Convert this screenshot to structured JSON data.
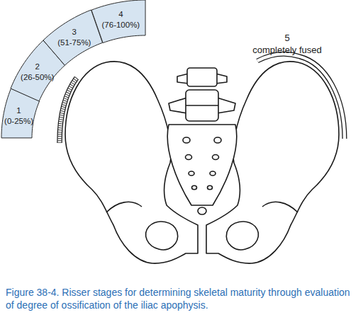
{
  "diagram": {
    "caption": "Figure 38-4. Risser stages for determining skeletal maturity through evaluation of degree of ossification of the iliac apophysis.",
    "nodes": [
      {
        "text": [
          "1",
          "(0-25%)"
        ]
      },
      {
        "text": [
          "2",
          "(26-50%)"
        ]
      },
      {
        "text": [
          "3",
          "(51-75%)"
        ]
      },
      {
        "text": [
          "4",
          "(76-100%)"
        ]
      }
    ],
    "labels": [
      "5",
      "completely fused"
    ]
  }
}
